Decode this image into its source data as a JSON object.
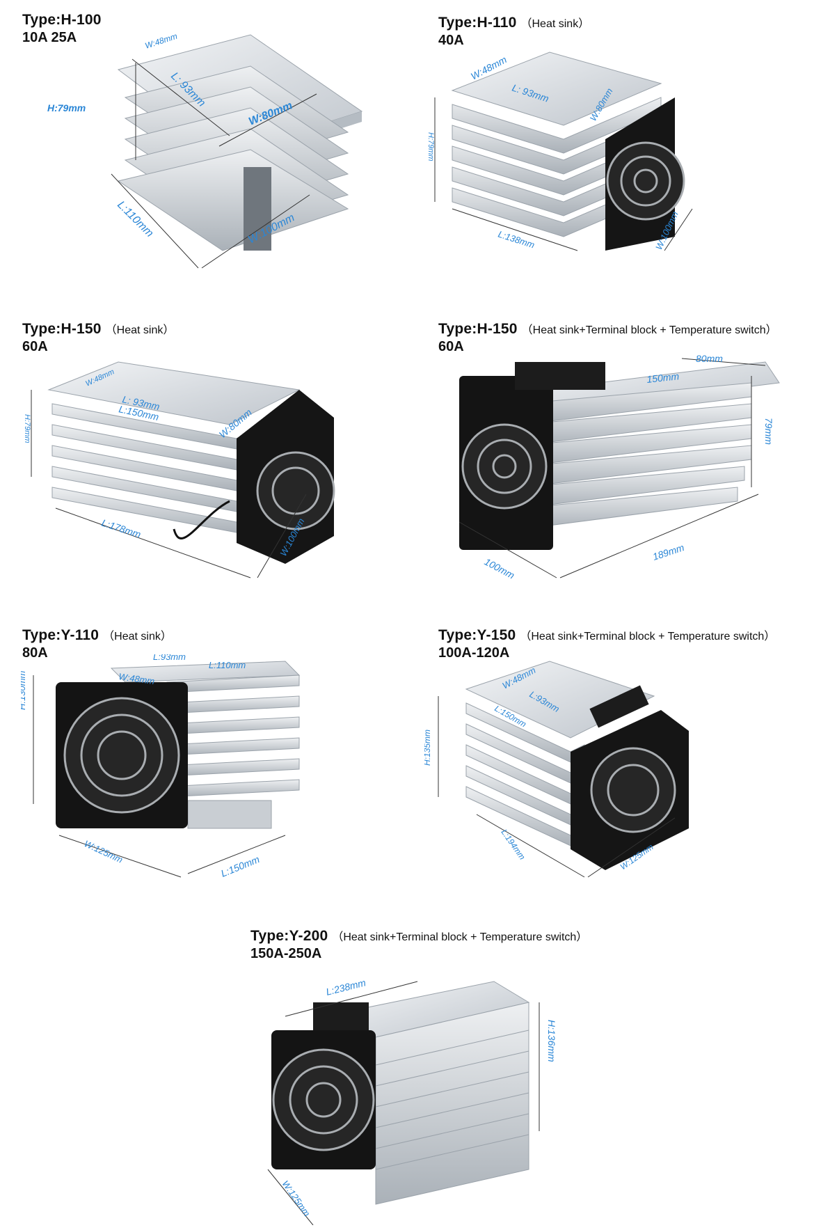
{
  "products": [
    {
      "type": "Type:H-100",
      "note": "",
      "current": "10A 25A",
      "dims": {
        "width_top": "W:48mm",
        "length_top": "L:  93mm",
        "width_side": "W:80mm",
        "height": "H:79mm",
        "length": "L:110mm",
        "width": "W:100mm"
      }
    },
    {
      "type": "Type:H-110",
      "note": "（Heat sink）",
      "current": "40A",
      "dims": {
        "width_top": "W:48mm",
        "length_top": "L:  93mm",
        "width_side": "W:80mm",
        "height": "H:79mm",
        "length": "L:138mm",
        "width": "W:100mm"
      }
    },
    {
      "type": "Type:H-150",
      "note": "（Heat sink）",
      "current": "60A",
      "dims": {
        "width_top": "W:48mm",
        "length_top": "L:  93mm",
        "length_mid": "L:150mm",
        "width_side": "W:80mm",
        "height": "H:79mm",
        "length": "L:178mm",
        "width": "W:100mm"
      }
    },
    {
      "type": "Type:H-150",
      "note": "（Heat sink+Terminal block + Temperature switch）",
      "current": "60A",
      "dims": {
        "width_top": "80mm",
        "length_top": "150mm",
        "height": "79mm",
        "length": "189mm",
        "width": "100mm"
      }
    },
    {
      "type": "Type:Y-110",
      "note": "（Heat sink）",
      "current": "80A",
      "dims": {
        "length_top": "L:93mm",
        "length_side": "L:110mm",
        "width_top": "W:48mm",
        "height": "H:130mm",
        "width": "W:125mm",
        "length": "L:150mm"
      }
    },
    {
      "type": "Type:Y-150",
      "note": "（Heat sink+Terminal block + Temperature switch）",
      "current": "100A-120A",
      "dims": {
        "width_top": "W:48mm",
        "length_top": "L:93mm",
        "length_mid": "L:150mm",
        "height": "H:135mm",
        "length": "L:194mm",
        "width": "W:125mm"
      }
    },
    {
      "type": "Type:Y-200",
      "note": "（Heat sink+Terminal block + Temperature switch）",
      "current": "150A-250A",
      "dims": {
        "length_top": "L:238mm",
        "height": "H:136mm",
        "width": "W:125mm"
      }
    }
  ],
  "colors": {
    "dimension": "#2a86d6",
    "aluminium": "#d9dde2",
    "fan": "#161616"
  }
}
